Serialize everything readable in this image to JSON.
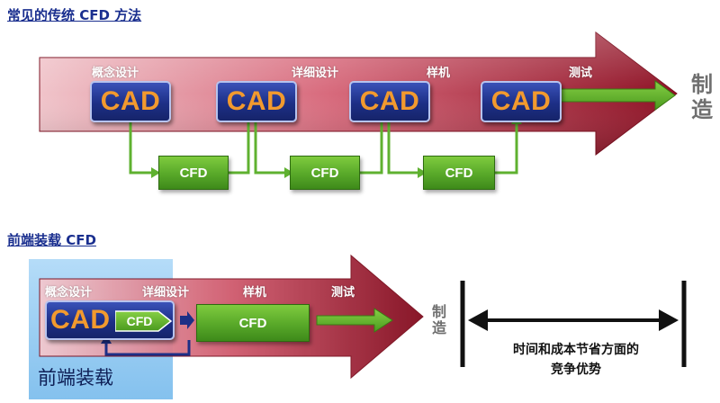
{
  "top": {
    "title": "常见的传统 CFD 方法",
    "phases": [
      "概念设计",
      "详细设计",
      "样机",
      "测试"
    ],
    "cad_label": "CAD",
    "cfd_label": "CFD",
    "manufacturing": "制造"
  },
  "bottom": {
    "title": "前端装载 CFD",
    "phases": [
      "概念设计",
      "详细设计",
      "样机",
      "测试"
    ],
    "cad_label": "CAD",
    "cfd_inner_label": "CFD",
    "cfd_label": "CFD",
    "manufacturing": "制造",
    "front_loading": "前端装载",
    "savings_line1": "时间和成本节省方面的",
    "savings_line2": "竞争优势"
  },
  "colors": {
    "arrow_dark": "#8c0f22",
    "arrow_light": "#eec0c6",
    "cad_blue": "#1d2f86",
    "cad_text": "#f29a2e",
    "cfd_green": "#58a829",
    "title_blue": "#1a2f8f",
    "panel_blue": "#9fd0f5"
  }
}
